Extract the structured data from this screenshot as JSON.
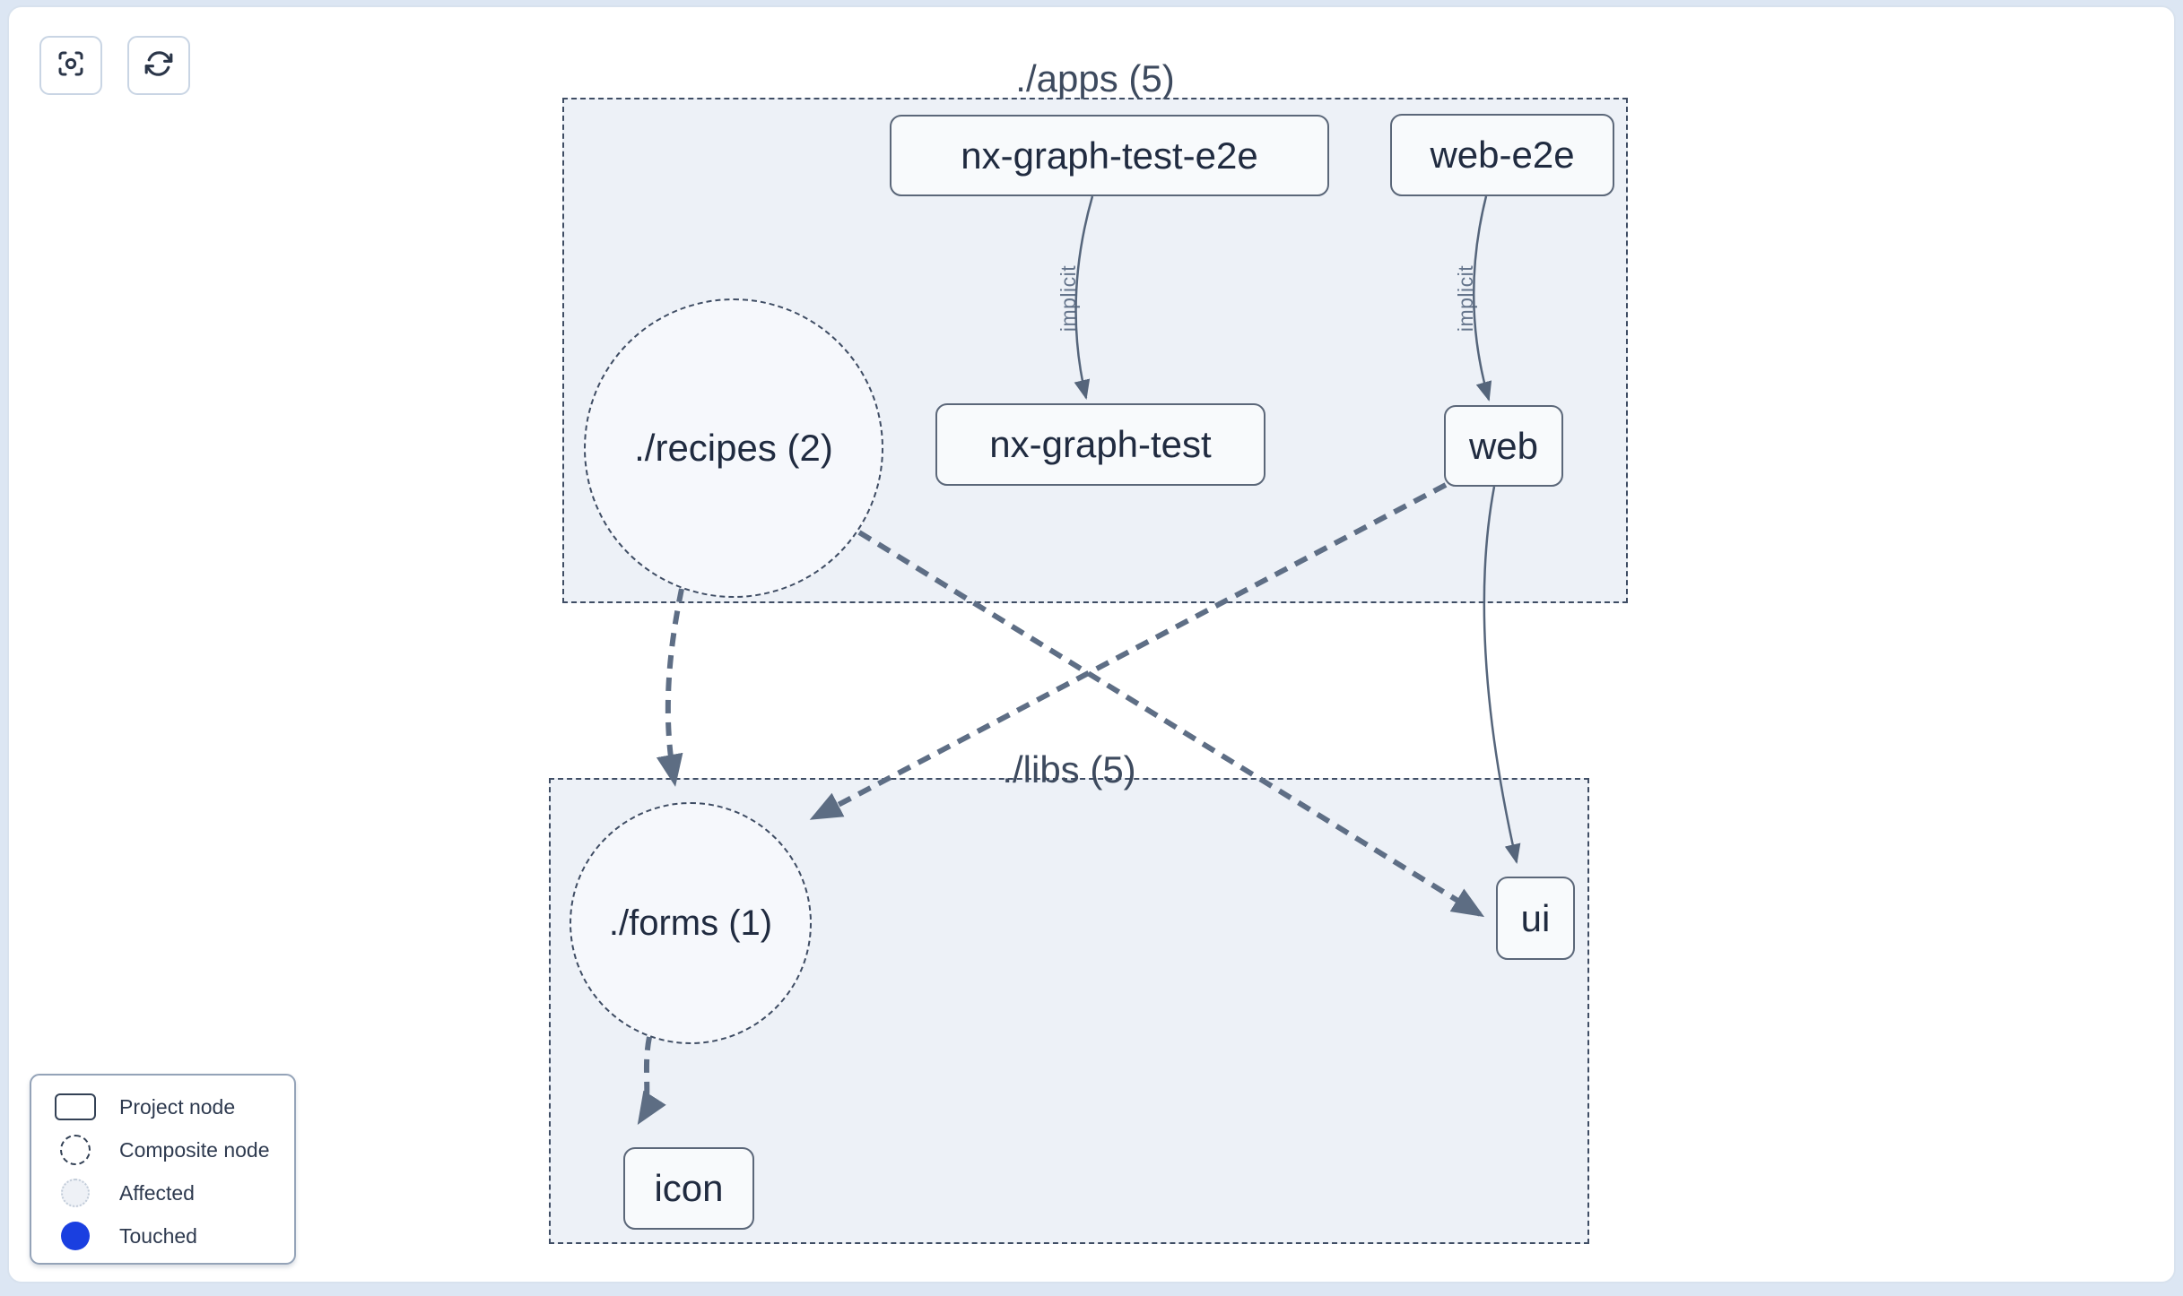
{
  "toolbar": {
    "buttons": [
      {
        "icon": "focus-center-icon"
      },
      {
        "icon": "refresh-icon"
      }
    ]
  },
  "graph": {
    "groups": [
      {
        "id": "apps",
        "label": "./apps (5)"
      },
      {
        "id": "libs",
        "label": "./libs (5)"
      }
    ],
    "composite_nodes": [
      {
        "label": "./recipes (2)",
        "group": "apps",
        "shape": "dashed-circle"
      },
      {
        "label": "./forms (1)",
        "group": "libs",
        "shape": "dashed-circle"
      }
    ],
    "project_nodes": [
      {
        "label": "nx-graph-test-e2e",
        "group": "apps"
      },
      {
        "label": "web-e2e",
        "group": "apps"
      },
      {
        "label": "nx-graph-test",
        "group": "apps"
      },
      {
        "label": "web",
        "group": "apps"
      },
      {
        "label": "ui",
        "group": "libs"
      },
      {
        "label": "icon",
        "group": "libs"
      }
    ],
    "edges": [
      {
        "from": "nx-graph-test-e2e",
        "to": "nx-graph-test",
        "label": "implicit",
        "style": "solid-thin"
      },
      {
        "from": "web-e2e",
        "to": "web",
        "label": "implicit",
        "style": "solid-thin"
      },
      {
        "from": "./recipes (2)",
        "to": "./forms (1)",
        "label": "",
        "style": "thick-dashed"
      },
      {
        "from": "./recipes (2)",
        "to": "ui",
        "label": "",
        "style": "thick-dashed"
      },
      {
        "from": "web",
        "to": "./forms (1)",
        "label": "",
        "style": "thick-dashed"
      },
      {
        "from": "web",
        "to": "ui",
        "label": "",
        "style": "solid-thin"
      },
      {
        "from": "./forms (1)",
        "to": "icon",
        "label": "",
        "style": "thick-dashed"
      }
    ]
  },
  "legend": {
    "items": [
      {
        "swatch": "project-node-swatch",
        "label": "Project node"
      },
      {
        "swatch": "composite-node-swatch",
        "label": "Composite node"
      },
      {
        "swatch": "affected-swatch",
        "label": "Affected"
      },
      {
        "swatch": "touched-swatch",
        "label": "Touched"
      }
    ]
  },
  "colors": {
    "touched_blue": "#1a3fe0",
    "group_fill": "#edf1f7",
    "node_fill": "#f8fafc",
    "node_border": "#5b6779",
    "dashed_border": "#3f4d64",
    "edge": "#5e6e85",
    "edge_label": "#64748b",
    "page_background": "#dce6f3"
  }
}
